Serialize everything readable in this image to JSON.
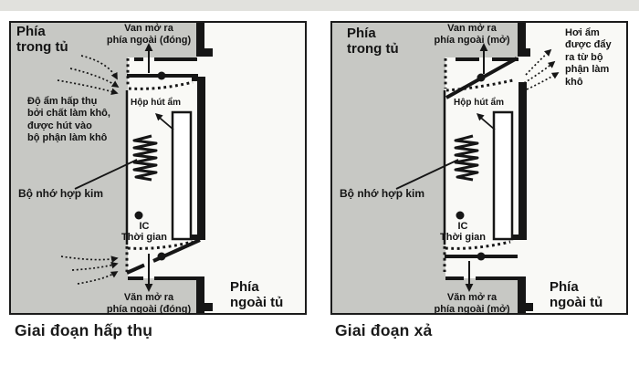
{
  "figure": {
    "description": "Dehumidifier valve mechanism diagram, two phases"
  },
  "colors": {
    "panel_gray": "#c7c8c4",
    "paper_white": "#f9f9f6",
    "line_black": "#161616",
    "top_strip": "#e1e1dd",
    "page_bg": "#ffffff"
  },
  "panels": [
    {
      "caption": "Giai đoạn hấp thụ",
      "inside_label": "Phía\ntrong tủ",
      "outside_label": "Phía\nngoài tủ",
      "top_valve_label": "Van mở ra\nphía ngoài (đóng)",
      "bottom_valve_label": "Văn mở ra\nphía ngoài (đóng)",
      "moisture_note": "Độ ẩm hấp thụ\nbởi chất làm khô,\nđược hút vào\nbộ phận làm khô",
      "desiccant_box_label": "Hộp hút ẩm",
      "alloy_memory_label": "Bộ nhớ hợp kim",
      "ic_timer_label": "IC\nThời gian"
    },
    {
      "caption": "Giai đoạn xả",
      "inside_label": "Phía\ntrong tủ",
      "outside_label": "Phía\nngoài tủ",
      "top_valve_label": "Van mở ra\nphía ngoài (mở)",
      "bottom_valve_label": "Văn mở ra\nphía ngoài (mở)",
      "moisture_note": "Hơi ẩm\nđược đẩy\nra từ bộ\nphận làm\nkhô",
      "desiccant_box_label": "Hộp hút ẩm",
      "alloy_memory_label": "Bộ nhớ hợp kim",
      "ic_timer_label": "IC\nThời gian"
    }
  ]
}
